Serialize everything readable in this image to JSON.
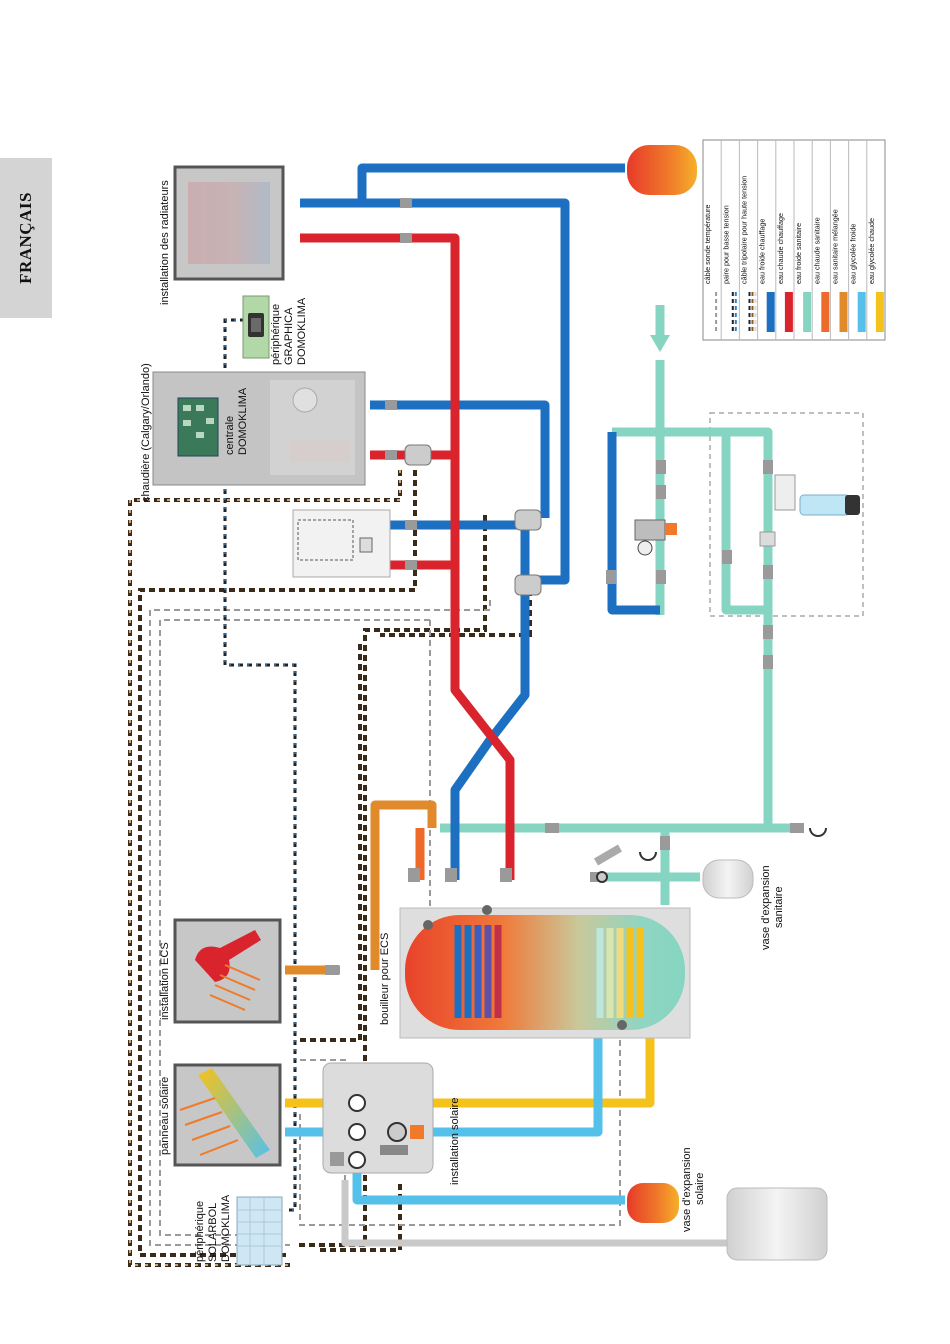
{
  "language_tab": "FRANÇAIS",
  "labels": {
    "radiators": "installation des radiateurs",
    "graphica": [
      "périphérique",
      "GRAPHICA",
      "DOMOKLIMA"
    ],
    "boiler": "chaudière (Calgary/Orlando)",
    "centrale": [
      "centrale",
      "DOMOKLIMA"
    ],
    "ecs_install": "installation ECS",
    "ecs_tank": "bouilleur pour ECS",
    "solar_panel": "panneau solaire",
    "solarbol": [
      "périphérique",
      "SOLARBOL",
      "DOMOKLIMA"
    ],
    "solar_install": "installation solaire",
    "vase_solar": [
      "vase d'expansion",
      "solaire"
    ],
    "vase_sanitary": [
      "vase d'expansion",
      "sanitaire"
    ]
  },
  "legend": [
    {
      "label": "câble sonde température",
      "colors": [
        "#9a9a9a"
      ],
      "style": "dashed"
    },
    {
      "label": "paire pour basse tension",
      "colors": [
        "#222222",
        "#2f7fc8"
      ],
      "style": "dashed"
    },
    {
      "label": "câble tripolaire pour haute tension",
      "colors": [
        "#222222",
        "#8a5a2a",
        "#d8d8d8"
      ],
      "style": "dashed"
    },
    {
      "label": "eau froide chauffage",
      "colors": [
        "#1d6fc2"
      ],
      "style": "solid"
    },
    {
      "label": "eau chaude chauffage",
      "colors": [
        "#d9232d"
      ],
      "style": "solid"
    },
    {
      "label": "eau froide sanitaire",
      "colors": [
        "#86d5c2"
      ],
      "style": "solid"
    },
    {
      "label": "eau chaude sanitaire",
      "colors": [
        "#ee6a2a"
      ],
      "style": "solid"
    },
    {
      "label": "eau sanitaire mélangée",
      "colors": [
        "#e08a2a"
      ],
      "style": "solid"
    },
    {
      "label": "eau glycolée froide",
      "colors": [
        "#55c1ea"
      ],
      "style": "solid"
    },
    {
      "label": "eau glycolée chaude",
      "colors": [
        "#f5c21b"
      ],
      "style": "solid"
    }
  ],
  "colors": {
    "heating_cold": "#1d6fc2",
    "heating_hot": "#d9232d",
    "sanitary_cold": "#86d5c2",
    "sanitary_hot": "#ee6a2a",
    "sanitary_mixed": "#e08a2a",
    "glycol_cold": "#55c1ea",
    "glycol_hot": "#f5c21b",
    "box_gray": "#b8b8b8"
  }
}
